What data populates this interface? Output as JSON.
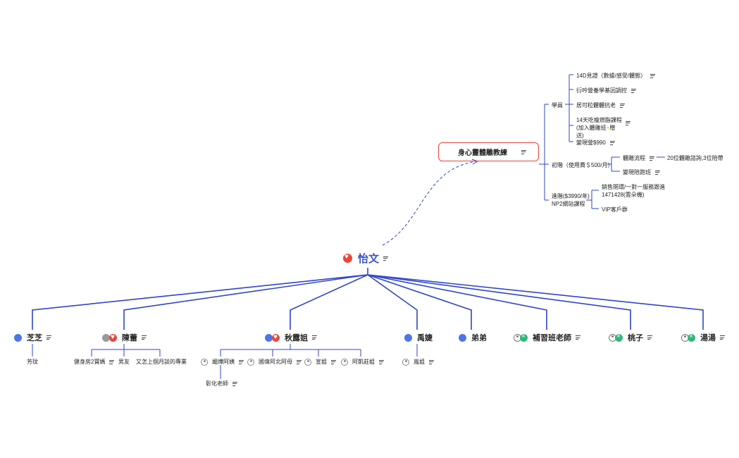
{
  "root": {
    "name": "怡文"
  },
  "central": {
    "name": "身心靈體雕教練"
  },
  "branches": {
    "students": {
      "label": "學員",
      "items": [
        "14D見證（數據/感受/體態）",
        "衍吟營養學基因調控",
        "居可粒體體抗老",
        "14天吃瘦燃脂課程",
        "(加入體雕班",
        "贈",
        "送)",
        "變現營$990"
      ]
    },
    "advanced": {
      "label": "初階（使用費＄500/月）",
      "sub1": "體雕流程",
      "sub1_child": "20位體雕諮詢,3位陪帶",
      "sub2": "變現陪跑班"
    },
    "advanced2": {
      "label_line1": "進階($3990/年)",
      "label_line2": "NP2網站課程",
      "sub1_line1": "銷售閉環/一對一服務跟進",
      "sub1_line2": "1471428(雲朵機)",
      "sub2": "VIP客戶群"
    }
  },
  "children": [
    {
      "name": "芝芝",
      "sub": [
        "芳玟"
      ]
    },
    {
      "name": "陳蕾",
      "sub": [
        "健身房2寶媽",
        "男友",
        "又怎上個月談的專業"
      ]
    },
    {
      "name": "秋露姐",
      "sub": [
        "媚燁阿姨",
        "國偉阿北阿母",
        "宣姐",
        "阿凱莊姐"
      ],
      "subsub": "彰化老師"
    },
    {
      "name": "禹婕",
      "sub": [
        "嵐姐"
      ]
    },
    {
      "name": "弟弟"
    },
    {
      "name": "補習班老師"
    },
    {
      "name": "桃子"
    },
    {
      "name": "湯湯"
    }
  ],
  "colors": {
    "line": "#2f45c8",
    "accent": "#e8463a",
    "dot": "#4f74e8",
    "green": "#2fb67c"
  }
}
